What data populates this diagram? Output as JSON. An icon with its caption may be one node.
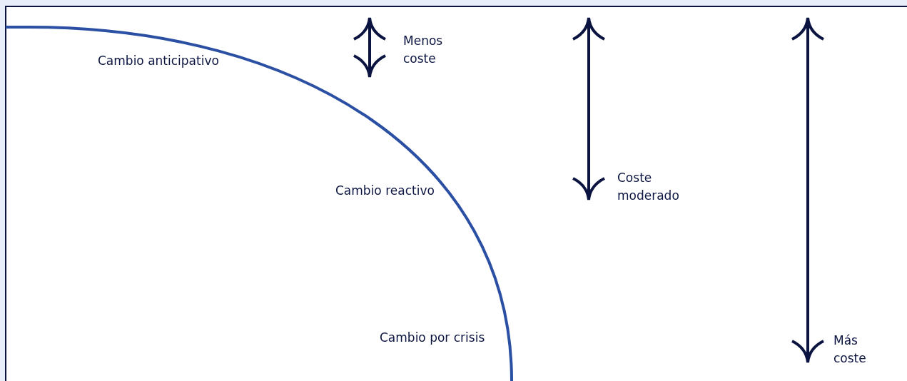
{
  "diagram": {
    "labels": [
      "Cambio anticipativo",
      "Menos coste",
      "Cambio reactivo",
      "Coste moderado",
      "Cambio por crisis",
      "Más coste"
    ]
  }
}
